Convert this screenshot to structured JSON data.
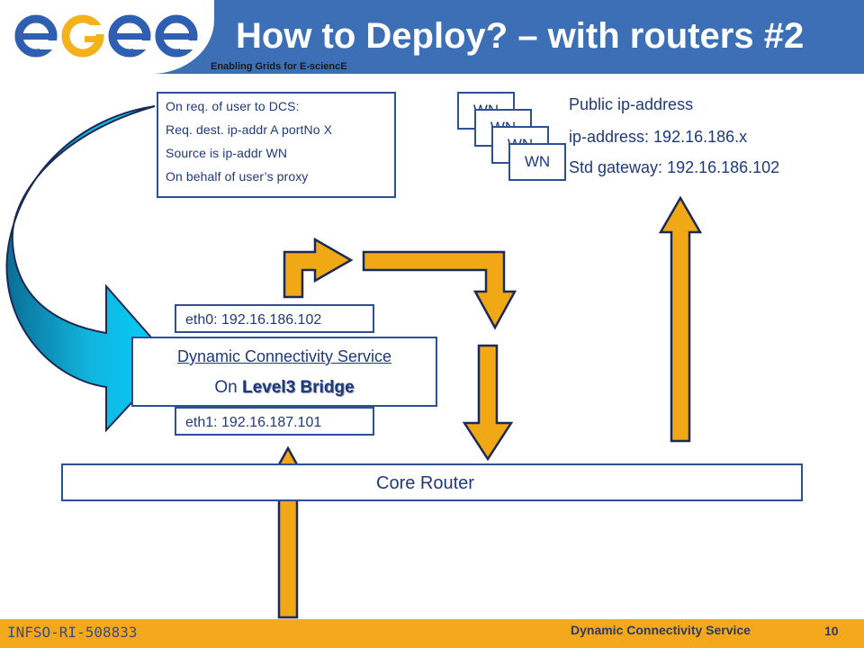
{
  "header": {
    "logo_text": "egee",
    "tagline": "Enabling Grids for E-sciencE",
    "title": "How to Deploy? – with routers #2"
  },
  "colors": {
    "header_blue": "#3d6fb6",
    "arrow_orange": "#f0a814",
    "arrow_teal": "#0aa0c8",
    "text_blue": "#1f3a7a",
    "footer_orange": "#f4a91c"
  },
  "info_box": {
    "lines": [
      "On req. of user to DCS:",
      "Req. dest. ip-addr A portNo X",
      "Source is ip-addr WN",
      "On behalf of user’s proxy"
    ]
  },
  "worker_nodes": {
    "labels": [
      "WN",
      "WN",
      "WN",
      "WN"
    ]
  },
  "public_info": {
    "lines": [
      "Public ip-address",
      "ip-address: 192.16.186.x",
      "Std gateway: 192.16.186.102"
    ]
  },
  "dcs": {
    "eth0": "eth0: 192.16.186.102",
    "eth1": "eth1: 192.16.187.101",
    "service_link": "Dynamic Connectivity Service",
    "on_prefix": "On ",
    "bridge_label": "Level3 Bridge"
  },
  "core_router": {
    "label": "Core Router"
  },
  "footer": {
    "project_id": "INFSO-RI-508833",
    "service_name": "Dynamic Connectivity Service",
    "page_number": "10"
  }
}
